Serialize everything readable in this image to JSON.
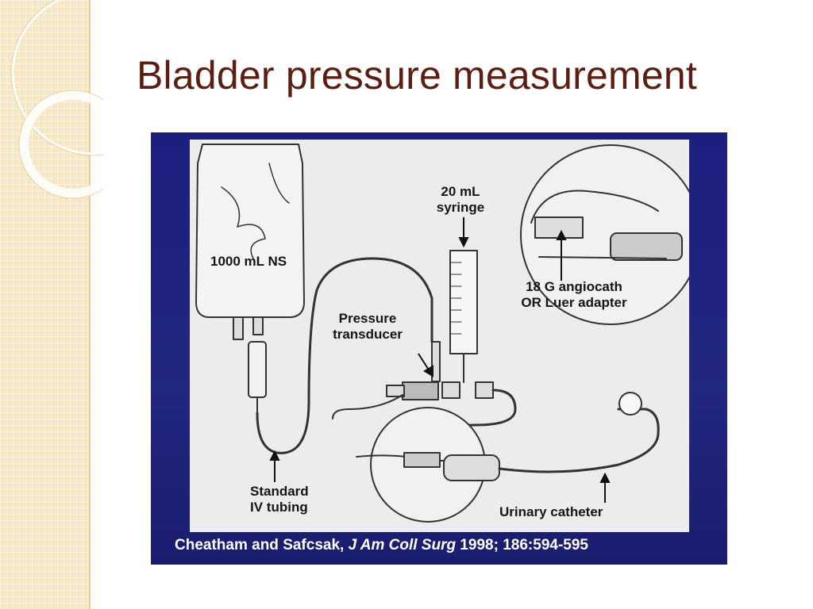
{
  "slide": {
    "title": "Bladder pressure measurement"
  },
  "figure": {
    "labels": {
      "bag": "1000 mL NS",
      "syringe_line1": "20 mL",
      "syringe_line2": "syringe",
      "transducer_line1": "Pressure",
      "transducer_line2": "transducer",
      "adapter_line1": "18 G angiocath",
      "adapter_line2": "OR Luer adapter",
      "tubing_line1": "Standard",
      "tubing_line2": "IV tubing",
      "catheter": "Urinary catheter"
    },
    "citation": {
      "authors": "Cheatham and Safcsak, ",
      "journal": "J Am Coll Surg",
      "details": " 1998; 186:594-595"
    }
  },
  "colors": {
    "title": "#5c1e12",
    "figure_background": "#1f237f",
    "panel": "#ececec",
    "side_strip": "#f6e7c2"
  }
}
